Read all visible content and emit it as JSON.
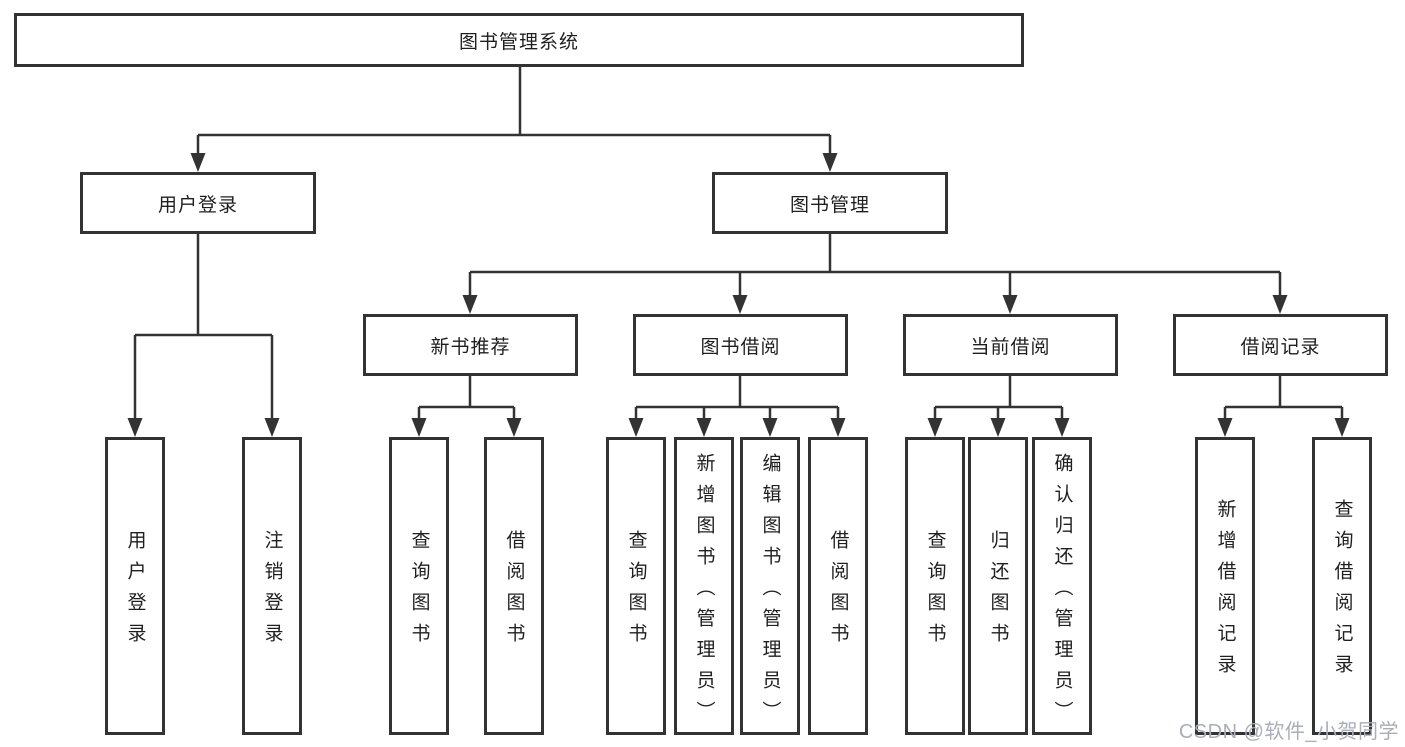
{
  "diagram": {
    "title": "图书管理系统",
    "branches": [
      {
        "label": "用户登录",
        "children": [
          {
            "label": "用户登录"
          },
          {
            "label": "注销登录"
          }
        ]
      },
      {
        "label": "图书管理",
        "children": [
          {
            "label": "新书推荐",
            "children": [
              {
                "label": "查询图书"
              },
              {
                "label": "借阅图书"
              }
            ]
          },
          {
            "label": "图书借阅",
            "children": [
              {
                "label": "查询图书"
              },
              {
                "label": "新增图书（管理员）"
              },
              {
                "label": "编辑图书（管理员）"
              },
              {
                "label": "借阅图书"
              }
            ]
          },
          {
            "label": "当前借阅",
            "children": [
              {
                "label": "查询图书"
              },
              {
                "label": "归还图书"
              },
              {
                "label": "确认归还（管理员）"
              }
            ]
          },
          {
            "label": "借阅记录",
            "children": [
              {
                "label": "新增借阅记录"
              },
              {
                "label": "查询借阅记录"
              }
            ]
          }
        ]
      }
    ]
  },
  "watermark": "CSDN @软件_小贺同学",
  "colors": {
    "line": "#333333",
    "text": "#1f1f1f",
    "watermark": "#a9aeb8",
    "background": "#ffffff"
  }
}
